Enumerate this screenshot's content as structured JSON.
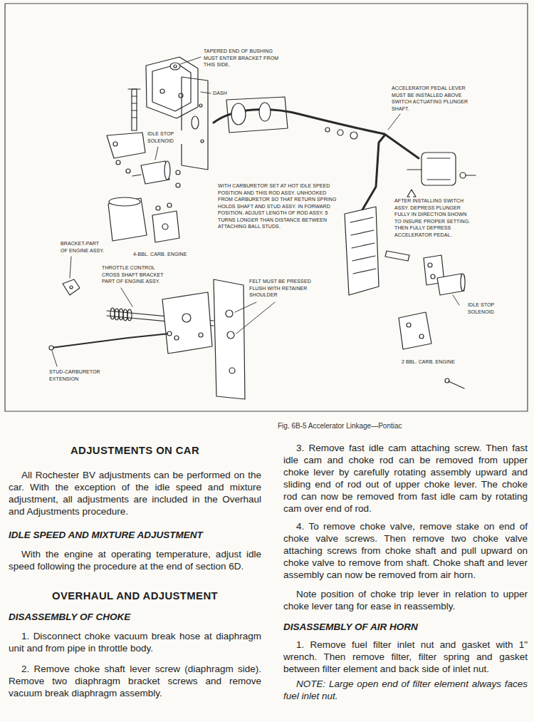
{
  "diagram": {
    "caption": "Fig. 6B-5 Accelerator Linkage—Pontiac",
    "labels": [
      "TAPERED END OF BUSHING MUST ENTER BRACKET FROM THIS SIDE.",
      "DASH",
      "ACCELERATOR PEDAL LEVER MUST BE INSTALLED ABOVE SWITCH ACTUATING PLUNGER SHAFT.",
      "IDLE STOP SOLENOID",
      "WITH CARBURETOR SET AT HOT IDLE SPEED POSITION AND THIS ROD ASSY. UNHOOKED FROM CARBURETOR SO THAT RETURN SPRING HOLDS SHAFT AND STUD ASSY. IN FORWARD POSITION. ADJUST LENGTH OF ROD ASSY. 5 TURNS LONGER THAN DISTANCE BETWEEN ATTACHING BALL STUDS.",
      "AFTER INSTALLING SWITCH ASSY. DEPRESS PLUNGER FULLY IN DIRECTION SHOWN TO INSURE PROPER SETTING. THEN FULLY DEPRESS ACCELERATOR PEDAL.",
      "BRACKET-PART OF ENGINE ASSY.",
      "4-BBL. CARB. ENGINE",
      "THROTTLE CONTROL CROSS SHAFT BRACKET PART OF ENGINE ASSY.",
      "FELT MUST BE PRESSED FLUSH WITH RETAINER SHOULDER",
      "IDLE STOP SOLENOID",
      "2 BBL. CARB. ENGINE",
      "STUD-CARBURETOR EXTENSION",
      "ADJUSTMENTS ON CAR",
      "All Rochester BV adjustments can be performed on the car. With the exception of the idle speed and mixture adjustment, all adjustments are included in the Overhaul and Adjustments procedure.",
      "IDLE SPEED AND MIXTURE ADJUSTMENT",
      "With the engine at operating temperature, adjust idle speed following the procedure at the end of section 6D.",
      "OVERHAUL AND ADJUSTMENT",
      "DISASSEMBLY OF CHOKE",
      "1. Disconnect choke vacuum break hose at diaphragm unit and from pipe in throttle body.",
      "2. Remove choke shaft lever screw (diaphragm side). Remove two diaphragm bracket screws and remove vacuum break diaphragm assembly.",
      "3. Remove fast idle cam attaching screw. Then fast idle cam and choke rod can be removed from upper choke lever by carefully rotating assembly upward and sliding end of rod out of upper choke lever. The choke rod can now be removed from fast idle cam by rotating cam over end of rod.",
      "4. To remove choke valve, remove stake on end of choke valve screws. Then remove two choke valve attaching screws from choke shaft and pull upward on choke valve to remove from shaft. Choke shaft and lever assembly can now be removed from air horn.",
      "Note position of choke trip lever in relation to upper choke lever tang for ease in reassembly.",
      "DISASSEMBLY OF AIR HORN",
      "1. Remove fuel filter inlet nut and gasket with 1\" wrench. Then remove filter, filter spring and gasket between filter element and back side of inlet nut.",
      "NOTE: Large open end of filter element always faces fuel inlet nut."
    ]
  }
}
